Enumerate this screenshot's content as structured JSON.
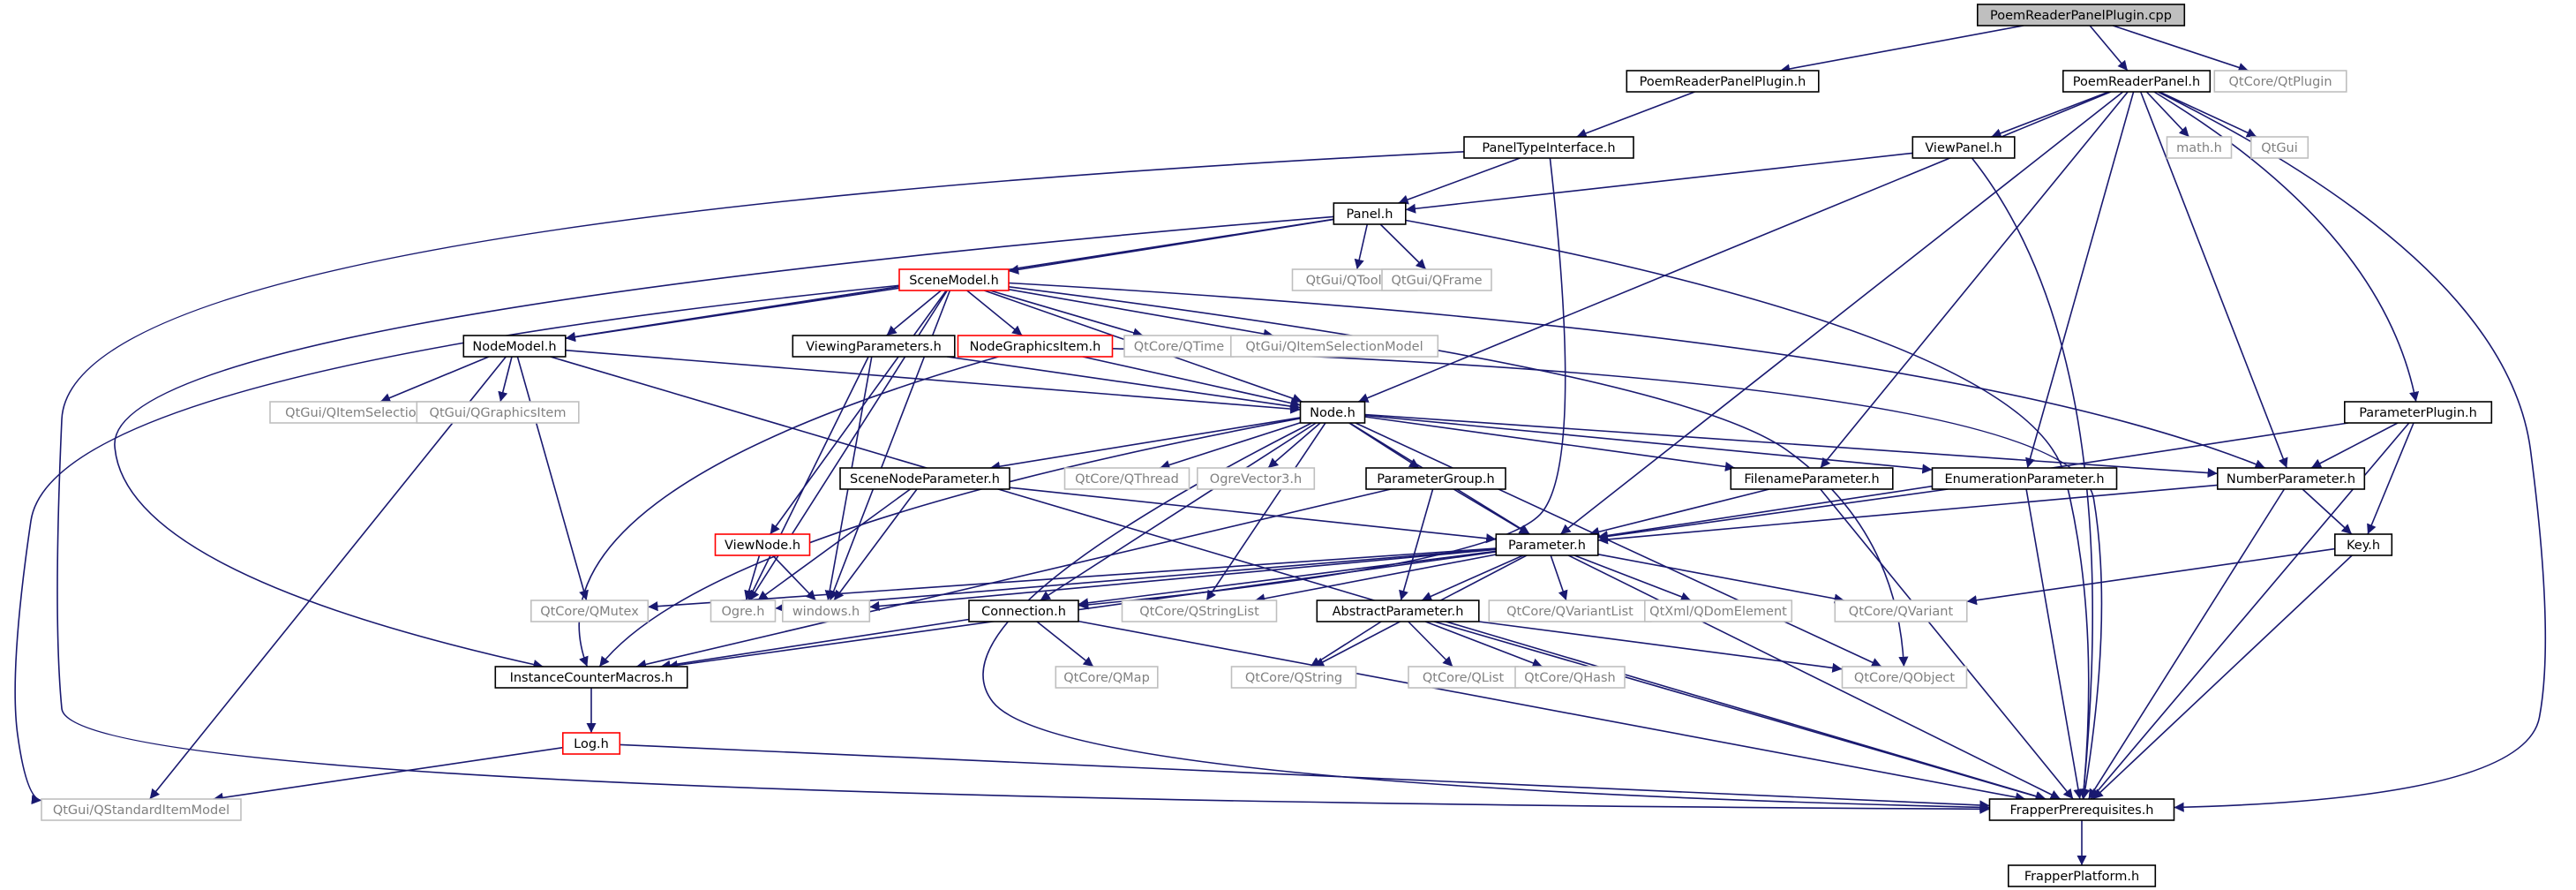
{
  "diagram": {
    "nodes": [
      {
        "id": "poemreaderpanelplugin_cpp",
        "label": "PoemReaderPanelPlugin.cpp",
        "kind": "root"
      },
      {
        "id": "poemreaderpanelplugin_h",
        "label": "PoemReaderPanelPlugin.h",
        "kind": "local"
      },
      {
        "id": "poemreaderpanel_h",
        "label": "PoemReaderPanel.h",
        "kind": "local"
      },
      {
        "id": "qtcore_qtplugin",
        "label": "QtCore/QtPlugin",
        "kind": "external"
      },
      {
        "id": "paneltypeinterface_h",
        "label": "PanelTypeInterface.h",
        "kind": "local"
      },
      {
        "id": "viewpanel_h",
        "label": "ViewPanel.h",
        "kind": "local"
      },
      {
        "id": "math_h",
        "label": "math.h",
        "kind": "external"
      },
      {
        "id": "qtgui",
        "label": "QtGui",
        "kind": "external"
      },
      {
        "id": "panel_h",
        "label": "Panel.h",
        "kind": "local"
      },
      {
        "id": "qtgui_qtoolbar",
        "label": "QtGui/QToolBar",
        "kind": "external"
      },
      {
        "id": "qtgui_qframe",
        "label": "QtGui/QFrame",
        "kind": "external"
      },
      {
        "id": "scenemodel_h",
        "label": "SceneModel.h",
        "kind": "missing"
      },
      {
        "id": "parameterplugin_h",
        "label": "ParameterPlugin.h",
        "kind": "local"
      },
      {
        "id": "nodemodel_h",
        "label": "NodeModel.h",
        "kind": "local"
      },
      {
        "id": "viewingparameters_h",
        "label": "ViewingParameters.h",
        "kind": "local"
      },
      {
        "id": "nodegraphicsitem_h",
        "label": "NodeGraphicsItem.h",
        "kind": "missing"
      },
      {
        "id": "qtcore_qtime",
        "label": "QtCore/QTime",
        "kind": "external"
      },
      {
        "id": "qtgui_qitemselectionmodel",
        "label": "QtGui/QItemSelectionModel",
        "kind": "external"
      },
      {
        "id": "qtgui_qitemselection",
        "label": "QtGui/QItemSelection",
        "kind": "external"
      },
      {
        "id": "qtgui_qgraphicsitem",
        "label": "QtGui/QGraphicsItem",
        "kind": "external"
      },
      {
        "id": "node_h",
        "label": "Node.h",
        "kind": "local"
      },
      {
        "id": "scenenodeparameter_h",
        "label": "SceneNodeParameter.h",
        "kind": "local"
      },
      {
        "id": "qtcore_qthread",
        "label": "QtCore/QThread",
        "kind": "external"
      },
      {
        "id": "ogrevector3_h",
        "label": "OgreVector3.h",
        "kind": "external"
      },
      {
        "id": "parametergroup_h",
        "label": "ParameterGroup.h",
        "kind": "local"
      },
      {
        "id": "filenameparameter_h",
        "label": "FilenameParameter.h",
        "kind": "local"
      },
      {
        "id": "enumerationparameter_h",
        "label": "EnumerationParameter.h",
        "kind": "local"
      },
      {
        "id": "numberparameter_h",
        "label": "NumberParameter.h",
        "kind": "local"
      },
      {
        "id": "viewnode_h",
        "label": "ViewNode.h",
        "kind": "missing"
      },
      {
        "id": "parameter_h",
        "label": "Parameter.h",
        "kind": "local"
      },
      {
        "id": "key_h",
        "label": "Key.h",
        "kind": "local"
      },
      {
        "id": "qtcore_qmutex",
        "label": "QtCore/QMutex",
        "kind": "external"
      },
      {
        "id": "ogre_h",
        "label": "Ogre.h",
        "kind": "external"
      },
      {
        "id": "windows_h",
        "label": "windows.h",
        "kind": "external"
      },
      {
        "id": "connection_h",
        "label": "Connection.h",
        "kind": "local"
      },
      {
        "id": "qtcore_qstringlist",
        "label": "QtCore/QStringList",
        "kind": "external"
      },
      {
        "id": "abstractparameter_h",
        "label": "AbstractParameter.h",
        "kind": "local"
      },
      {
        "id": "qtcore_qvariantlist",
        "label": "QtCore/QVariantList",
        "kind": "external"
      },
      {
        "id": "qtxml_qdomelement",
        "label": "QtXml/QDomElement",
        "kind": "external"
      },
      {
        "id": "qtcore_qvariant",
        "label": "QtCore/QVariant",
        "kind": "external"
      },
      {
        "id": "instancecountermacros_h",
        "label": "InstanceCounterMacros.h",
        "kind": "local"
      },
      {
        "id": "qtcore_qmap",
        "label": "QtCore/QMap",
        "kind": "external"
      },
      {
        "id": "qtcore_qstring",
        "label": "QtCore/QString",
        "kind": "external"
      },
      {
        "id": "qtcore_qlist",
        "label": "QtCore/QList",
        "kind": "external"
      },
      {
        "id": "qtcore_qhash",
        "label": "QtCore/QHash",
        "kind": "external"
      },
      {
        "id": "qtcore_qobject",
        "label": "QtCore/QObject",
        "kind": "external"
      },
      {
        "id": "log_h",
        "label": "Log.h",
        "kind": "missing"
      },
      {
        "id": "qtgui_qstandarditemmodel",
        "label": "QtGui/QStandardItemModel",
        "kind": "external"
      },
      {
        "id": "frapperprerequisites_h",
        "label": "FrapperPrerequisites.h",
        "kind": "local"
      },
      {
        "id": "frapperplatform_h",
        "label": "FrapperPlatform.h",
        "kind": "local"
      }
    ],
    "edges": [
      [
        "poemreaderpanelplugin_cpp",
        "poemreaderpanelplugin_h"
      ],
      [
        "poemreaderpanelplugin_cpp",
        "poemreaderpanel_h"
      ],
      [
        "poemreaderpanelplugin_cpp",
        "qtcore_qtplugin"
      ],
      [
        "poemreaderpanelplugin_h",
        "paneltypeinterface_h"
      ],
      [
        "poemreaderpanel_h",
        "viewpanel_h"
      ],
      [
        "poemreaderpanel_h",
        "math_h"
      ],
      [
        "poemreaderpanel_h",
        "qtgui"
      ],
      [
        "poemreaderpanel_h",
        "node_h"
      ],
      [
        "poemreaderpanel_h",
        "parameter_h"
      ],
      [
        "poemreaderpanel_h",
        "filenameparameter_h"
      ],
      [
        "poemreaderpanel_h",
        "enumerationparameter_h"
      ],
      [
        "poemreaderpanel_h",
        "numberparameter_h"
      ],
      [
        "poemreaderpanel_h",
        "parameterplugin_h"
      ],
      [
        "poemreaderpanel_h",
        "frapperprerequisites_h"
      ],
      [
        "paneltypeinterface_h",
        "panel_h"
      ],
      [
        "paneltypeinterface_h",
        "frapperprerequisites_h"
      ],
      [
        "paneltypeinterface_h",
        "connection_h"
      ],
      [
        "viewpanel_h",
        "panel_h"
      ],
      [
        "viewpanel_h",
        "frapperprerequisites_h"
      ],
      [
        "panel_h",
        "scenemodel_h"
      ],
      [
        "panel_h",
        "qtgui_qtoolbar"
      ],
      [
        "panel_h",
        "qtgui_qframe"
      ],
      [
        "panel_h",
        "nodemodel_h"
      ],
      [
        "panel_h",
        "instancecountermacros_h"
      ],
      [
        "panel_h",
        "frapperprerequisites_h"
      ],
      [
        "scenemodel_h",
        "nodemodel_h"
      ],
      [
        "scenemodel_h",
        "viewingparameters_h"
      ],
      [
        "scenemodel_h",
        "nodegraphicsitem_h"
      ],
      [
        "scenemodel_h",
        "qtcore_qtime"
      ],
      [
        "scenemodel_h",
        "qtgui_qitemselectionmodel"
      ],
      [
        "scenemodel_h",
        "node_h"
      ],
      [
        "scenemodel_h",
        "viewnode_h"
      ],
      [
        "scenemodel_h",
        "ogre_h"
      ],
      [
        "scenemodel_h",
        "windows_h"
      ],
      [
        "scenemodel_h",
        "numberparameter_h"
      ],
      [
        "scenemodel_h",
        "qtcore_qobject"
      ],
      [
        "scenemodel_h",
        "qtgui_qstandarditemmodel"
      ],
      [
        "nodemodel_h",
        "qtgui_qitemselection"
      ],
      [
        "nodemodel_h",
        "qtgui_qgraphicsitem"
      ],
      [
        "nodemodel_h",
        "node_h"
      ],
      [
        "nodemodel_h",
        "qtcore_qmutex"
      ],
      [
        "nodemodel_h",
        "qtgui_qstandarditemmodel"
      ],
      [
        "nodemodel_h",
        "frapperprerequisites_h"
      ],
      [
        "viewingparameters_h",
        "node_h"
      ],
      [
        "viewingparameters_h",
        "ogre_h"
      ],
      [
        "viewingparameters_h",
        "windows_h"
      ],
      [
        "nodegraphicsitem_h",
        "node_h"
      ],
      [
        "nodegraphicsitem_h",
        "instancecountermacros_h"
      ],
      [
        "nodegraphicsitem_h",
        "frapperprerequisites_h"
      ],
      [
        "node_h",
        "scenenodeparameter_h"
      ],
      [
        "node_h",
        "qtcore_qthread"
      ],
      [
        "node_h",
        "ogrevector3_h"
      ],
      [
        "node_h",
        "parametergroup_h"
      ],
      [
        "node_h",
        "filenameparameter_h"
      ],
      [
        "node_h",
        "enumerationparameter_h"
      ],
      [
        "node_h",
        "numberparameter_h"
      ],
      [
        "node_h",
        "parameter_h"
      ],
      [
        "node_h",
        "connection_h"
      ],
      [
        "node_h",
        "qtcore_qstringlist"
      ],
      [
        "node_h",
        "qtcore_qobject"
      ],
      [
        "node_h",
        "instancecountermacros_h"
      ],
      [
        "node_h",
        "frapperprerequisites_h"
      ],
      [
        "scenenodeparameter_h",
        "parameter_h"
      ],
      [
        "scenenodeparameter_h",
        "ogre_h"
      ],
      [
        "scenenodeparameter_h",
        "windows_h"
      ],
      [
        "parametergroup_h",
        "parameter_h"
      ],
      [
        "parametergroup_h",
        "abstractparameter_h"
      ],
      [
        "parametergroup_h",
        "instancecountermacros_h"
      ],
      [
        "filenameparameter_h",
        "parameter_h"
      ],
      [
        "filenameparameter_h",
        "frapperprerequisites_h"
      ],
      [
        "enumerationparameter_h",
        "parameter_h"
      ],
      [
        "enumerationparameter_h",
        "frapperprerequisites_h"
      ],
      [
        "numberparameter_h",
        "parameter_h"
      ],
      [
        "numberparameter_h",
        "key_h"
      ],
      [
        "numberparameter_h",
        "frapperprerequisites_h"
      ],
      [
        "parameterplugin_h",
        "numberparameter_h"
      ],
      [
        "parameterplugin_h",
        "key_h"
      ],
      [
        "parameterplugin_h",
        "parameter_h"
      ],
      [
        "parameterplugin_h",
        "frapperprerequisites_h"
      ],
      [
        "viewnode_h",
        "ogre_h"
      ],
      [
        "viewnode_h",
        "windows_h"
      ],
      [
        "parameter_h",
        "abstractparameter_h"
      ],
      [
        "parameter_h",
        "connection_h"
      ],
      [
        "parameter_h",
        "qtcore_qmutex"
      ],
      [
        "parameter_h",
        "ogre_h"
      ],
      [
        "parameter_h",
        "windows_h"
      ],
      [
        "parameter_h",
        "qtcore_qstringlist"
      ],
      [
        "parameter_h",
        "qtcore_qvariantlist"
      ],
      [
        "parameter_h",
        "qtxml_qdomelement"
      ],
      [
        "parameter_h",
        "qtcore_qvariant"
      ],
      [
        "parameter_h",
        "qtcore_qstring"
      ],
      [
        "parameter_h",
        "instancecountermacros_h"
      ],
      [
        "parameter_h",
        "frapperprerequisites_h"
      ],
      [
        "key_h",
        "qtcore_qvariant"
      ],
      [
        "key_h",
        "frapperprerequisites_h"
      ],
      [
        "connection_h",
        "qtcore_qmap"
      ],
      [
        "connection_h",
        "instancecountermacros_h"
      ],
      [
        "connection_h",
        "frapperprerequisites_h"
      ],
      [
        "abstractparameter_h",
        "qtcore_qstring"
      ],
      [
        "abstractparameter_h",
        "qtcore_qlist"
      ],
      [
        "abstractparameter_h",
        "qtcore_qhash"
      ],
      [
        "abstractparameter_h",
        "qtcore_qobject"
      ],
      [
        "abstractparameter_h",
        "frapperprerequisites_h"
      ],
      [
        "instancecountermacros_h",
        "log_h"
      ],
      [
        "log_h",
        "qtgui_qstandarditemmodel"
      ],
      [
        "log_h",
        "frapperprerequisites_h"
      ],
      [
        "frapperprerequisites_h",
        "frapperplatform_h"
      ]
    ],
    "colors": {
      "edge": "#191970",
      "node_border": "#000000",
      "external_border": "#bfbfbf",
      "external_text": "#808080",
      "missing_border": "#ff0000",
      "root_fill": "#bfbfbf"
    }
  }
}
